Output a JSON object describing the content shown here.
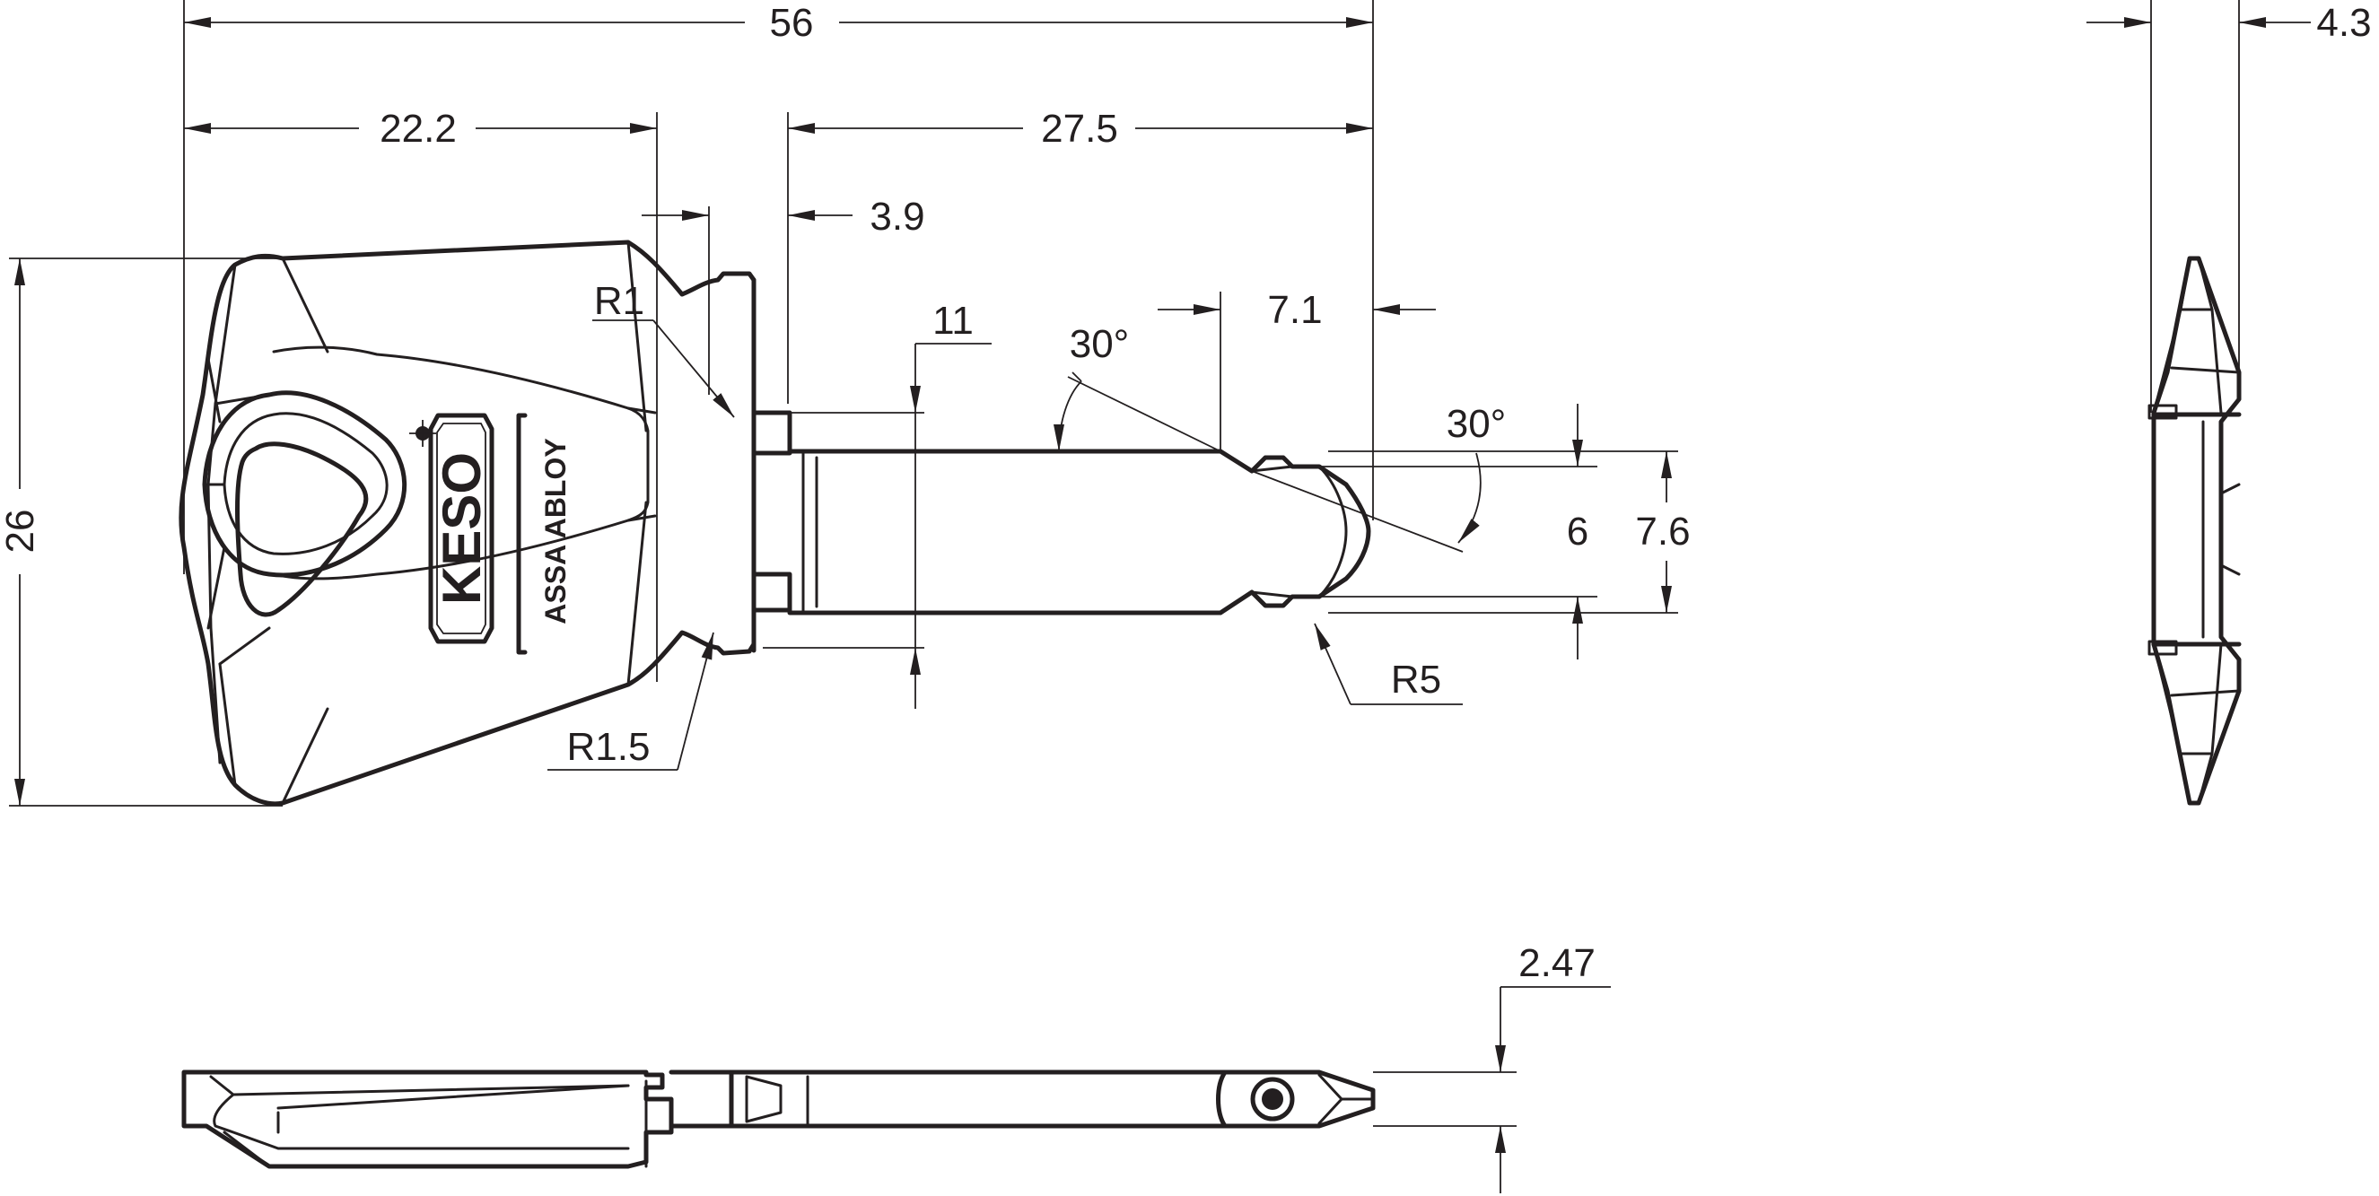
{
  "drawing": {
    "brand_logo": "KESO",
    "manufacturer_text": "ASSA ABLOY",
    "dimensions": {
      "overall_length": "56",
      "head_length": "22.2",
      "blade_length": "27.5",
      "shoulder_offset": "3.9",
      "tip_offset": "7.1",
      "blade_width": "11",
      "head_height": "26",
      "tip_angle_upper": "30°",
      "tip_angle_lower": "30°",
      "tip_width_inner": "6",
      "tip_width_outer": "7.6",
      "radius_upper": "R1",
      "radius_lower": "R1.5",
      "radius_tip": "R5",
      "blade_thickness": "2.47",
      "head_thickness": "4.3"
    },
    "colors": {
      "line": "#231f20",
      "background": "#ffffff"
    }
  }
}
